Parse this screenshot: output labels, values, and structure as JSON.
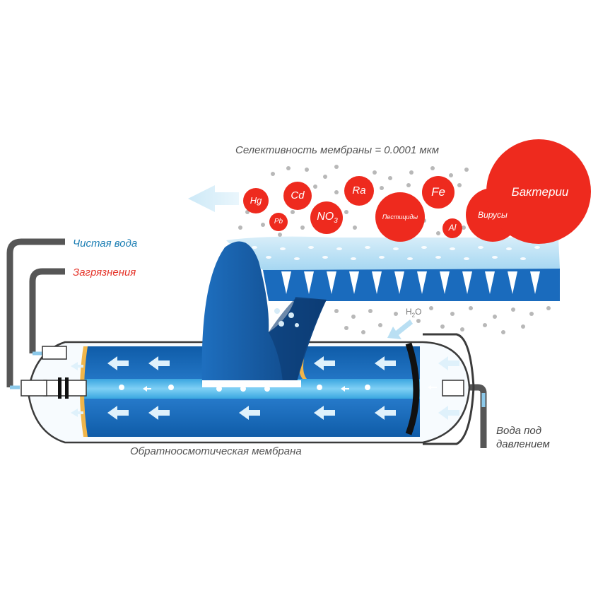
{
  "texts": {
    "selectivity": "Селективность мембраны = 0.0001 мкм",
    "clean_water": "Чистая вода",
    "contaminants": "Загрязнения",
    "membrane": "Обратноосмотическая мембрана",
    "pressure_water": "Вода под давлением",
    "h2o_main": "H",
    "h2o_sub": "2",
    "h2o_tail": "O"
  },
  "particles": {
    "hg": "Hg",
    "pb": "Pb",
    "cd": "Cd",
    "no3_main": "NO",
    "no3_sub": "3",
    "ra": "Ra",
    "pesticides": "Пестициды",
    "fe": "Fe",
    "al": "Al",
    "viruses": "Вирусы",
    "bacteria": "Бактерии"
  },
  "colors": {
    "particle_red": "#ee2a1e",
    "housing_blue": "#1566b4",
    "core_light_blue": "#4fb3e6",
    "membrane_dark_blue": "#0f4a8c",
    "arrow_pale_blue": "#d9eef9",
    "tube_gray": "#5a5a5a",
    "label_blue": "#1d7fb4",
    "label_red": "#e5352b"
  }
}
